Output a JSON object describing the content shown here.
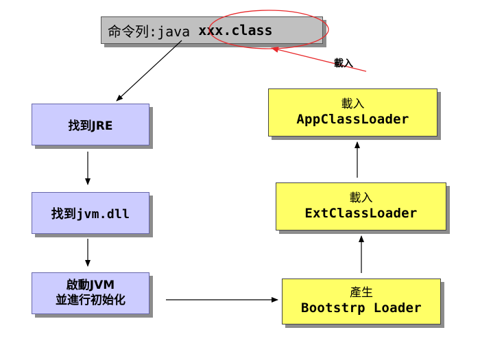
{
  "command": {
    "prefix": "命令列:java",
    "class_file": "xxx.class"
  },
  "left_steps": [
    {
      "line1": "找到JRE",
      "line2": ""
    },
    {
      "line1": "找到jvm.dll",
      "line2": ""
    },
    {
      "line1": "啟動JVM",
      "line2": "並進行初始化"
    }
  ],
  "right_steps": [
    {
      "label": "產生",
      "loader": "Bootstrp Loader"
    },
    {
      "label": "載入",
      "loader": "ExtClassLoader"
    },
    {
      "label": "載入",
      "loader": "AppClassLoader"
    }
  ],
  "load_arrow_label": "載入",
  "colors": {
    "command_bg": "#c0c0c0",
    "left_bg": "#ccccff",
    "right_bg": "#ffff66",
    "highlight": "#e8292b"
  }
}
